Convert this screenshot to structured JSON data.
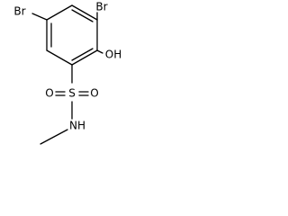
{
  "molecule": {
    "labels": {
      "br_left": "Br",
      "br_right": "Br",
      "hydroxyl": "OH",
      "sulfur": "S",
      "oxygen_left": "O",
      "oxygen_right": "O",
      "amine": "NH"
    }
  }
}
